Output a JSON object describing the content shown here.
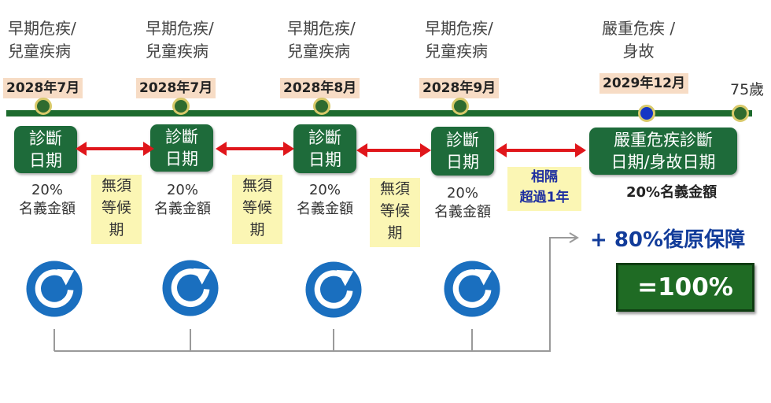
{
  "stages": [
    {
      "event": "早期危疾/\n兒童疾病",
      "date": "2028年7月",
      "box": [
        "診斷",
        "日期"
      ],
      "pct": "20%\n名義金額"
    },
    {
      "event": "早期危疾/\n兒童疾病",
      "date": "2028年7月",
      "box": [
        "診斷",
        "日期"
      ],
      "pct": "20%\n名義金額"
    },
    {
      "event": "早期危疾/\n兒童疾病",
      "date": "2028年8月",
      "box": [
        "診斷",
        "日期"
      ],
      "pct": "20%\n名義金額"
    },
    {
      "event": "早期危疾/\n兒童疾病",
      "date": "2028年9月",
      "box": [
        "診斷",
        "日期"
      ],
      "pct": "20%\n名義金額"
    }
  ],
  "waits": [
    "無須\n等候\n期",
    "無須\n等候\n期",
    "無須\n等候\n期"
  ],
  "gap": "相隔\n超過1年",
  "final": {
    "event": "嚴重危疾 /\n身故",
    "date": "2029年12月",
    "box": [
      "嚴重危疾診斷",
      "日期/身故日期"
    ],
    "pct": "20%名義金額"
  },
  "age_label": "75歲",
  "restore_text": "+ 80%復原保障",
  "total_text": "=100%",
  "colors": {
    "timeline": "#1d6b2e",
    "box": "#1e6b3a",
    "arrow": "#e0161b",
    "refresh_icon": "#1a6fbf",
    "highlight": "#fbf6b4",
    "date_bg": "#f7dcc5"
  }
}
